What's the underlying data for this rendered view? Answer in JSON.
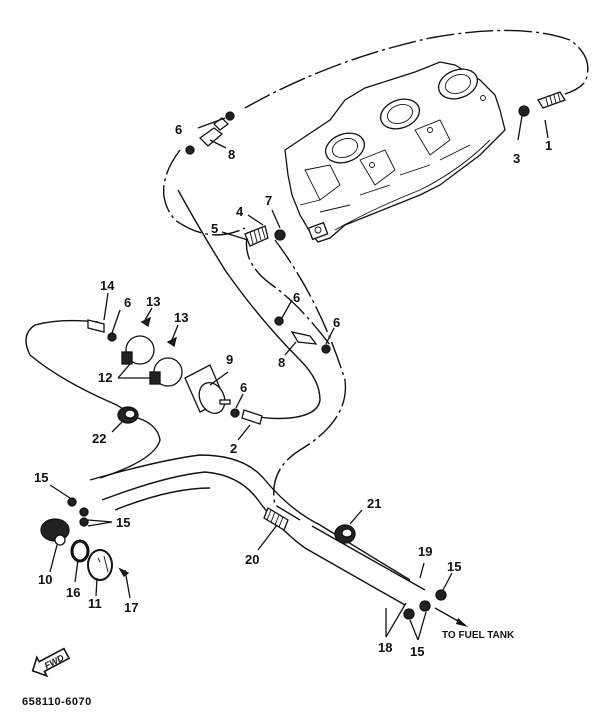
{
  "diagram": {
    "title_code": "658110-6070",
    "direction_badge": "FWD",
    "annotations": {
      "to_fuel_tank": "TO FUEL TANK"
    },
    "callouts": [
      {
        "id": "c1",
        "text": "1"
      },
      {
        "id": "c2",
        "text": "2"
      },
      {
        "id": "c3",
        "text": "3"
      },
      {
        "id": "c4",
        "text": "4"
      },
      {
        "id": "c5",
        "text": "5"
      },
      {
        "id": "c6a",
        "text": "6"
      },
      {
        "id": "c6b",
        "text": "6"
      },
      {
        "id": "c6c",
        "text": "6"
      },
      {
        "id": "c6d",
        "text": "6"
      },
      {
        "id": "c6e",
        "text": "6"
      },
      {
        "id": "c7",
        "text": "7"
      },
      {
        "id": "c8a",
        "text": "8"
      },
      {
        "id": "c8b",
        "text": "8"
      },
      {
        "id": "c9",
        "text": "9"
      },
      {
        "id": "c10",
        "text": "10"
      },
      {
        "id": "c11",
        "text": "11"
      },
      {
        "id": "c12",
        "text": "12"
      },
      {
        "id": "c13a",
        "text": "13"
      },
      {
        "id": "c13b",
        "text": "13"
      },
      {
        "id": "c14",
        "text": "14"
      },
      {
        "id": "c15a",
        "text": "15"
      },
      {
        "id": "c15b",
        "text": "15"
      },
      {
        "id": "c15c",
        "text": "15"
      },
      {
        "id": "c15d",
        "text": "15"
      },
      {
        "id": "c16",
        "text": "16"
      },
      {
        "id": "c17",
        "text": "17"
      },
      {
        "id": "c18",
        "text": "18"
      },
      {
        "id": "c19",
        "text": "19"
      },
      {
        "id": "c20",
        "text": "20"
      },
      {
        "id": "c21",
        "text": "21"
      },
      {
        "id": "c22",
        "text": "22"
      }
    ]
  }
}
